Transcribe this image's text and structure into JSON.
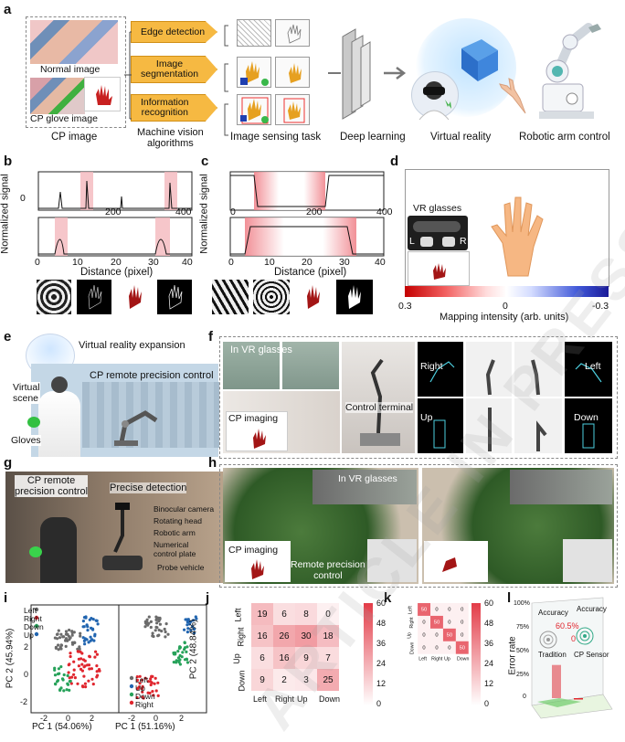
{
  "panels": {
    "a": {
      "letter": "a",
      "normal_image": "Normal image",
      "glove_image": "CP glove image",
      "cp_image": "CP image",
      "algorithms": [
        "Edge detection",
        "Image\nsegmentation",
        "Information\nrecognition"
      ],
      "algo_caption": "Machine vision\nalgorithms",
      "task_caption": "Image sensing task",
      "deep_learning": "Deep learning",
      "virtual_reality": "Virtual reality",
      "robotic_arm": "Robotic arm control"
    },
    "b": {
      "letter": "b",
      "ylabel": "Normalized signal",
      "xlabel": "Distance (pixel)",
      "top_ticks": [
        "0",
        "200",
        "400"
      ],
      "bottom_ticks": [
        "0",
        "10",
        "20",
        "30",
        "40"
      ]
    },
    "c": {
      "letter": "c",
      "ylabel": "Normalized signal",
      "xlabel": "Distance (pixel)",
      "top_ticks": [
        "0",
        "200",
        "400"
      ],
      "bottom_ticks": [
        "0",
        "10",
        "20",
        "30",
        "40"
      ]
    },
    "d": {
      "letter": "d",
      "vr_glasses": "VR glasses",
      "left": "L",
      "right": "R",
      "scale_ticks": [
        "0.3",
        "0",
        "-0.3"
      ],
      "scale_label": "Mapping intensity (arb. units)"
    },
    "e": {
      "letter": "e",
      "expansion": "Virtual reality expansion",
      "remote": "CP remote precision control",
      "virtual_scene": "Virtual\nscene",
      "gloves": "Gloves"
    },
    "f": {
      "letter": "f",
      "in_vr": "In VR glasses",
      "control_terminal": "Control terminal",
      "cp_imaging": "CP imaging",
      "directions": [
        "Right",
        "Left",
        "Up",
        "Down"
      ]
    },
    "g": {
      "letter": "g",
      "remote": "CP remote\nprecision control",
      "detection": "Precise detection",
      "parts": [
        "Binocular camera",
        "Rotating head",
        "Robotic arm",
        "Numerical\ncontrol plate",
        "Probe vehicle"
      ]
    },
    "h": {
      "letter": "h",
      "in_vr": "In VR glasses",
      "cp_imaging": "CP imaging",
      "remote": "Remote precision\ncontrol"
    },
    "i": {
      "letter": "i",
      "left_ylabel": "PC 2 (45.94%)",
      "left_xlabel": "PC 1 (54.06%)",
      "right_ylabel": "PC 2 (48.84%)",
      "right_xlabel": "PC 1 (51.16%)",
      "left_ticks_y": [
        "2",
        "0",
        "-2"
      ],
      "left_ticks_x": [
        "-2",
        "0",
        "2"
      ],
      "right_ticks_x": [
        "-2",
        "0",
        "2"
      ],
      "legend_left": [
        "Left",
        "Right",
        "Down",
        "Up"
      ],
      "legend_right": [
        "Left",
        "Up",
        "Down",
        "Right"
      ]
    },
    "j": {
      "letter": "j"
    },
    "k": {
      "letter": "k"
    },
    "l": {
      "letter": "l",
      "ylabel": "Error rate",
      "y_ticks": [
        "100%",
        "75%",
        "50%",
        "25%",
        "0"
      ],
      "accuracy": "Accuracy",
      "tradition": "Tradition",
      "cp_sensor": "CP Sensor",
      "value_trad": "60.5%",
      "value_cp": "0"
    }
  },
  "watermark": "ARTICLE IN PRESS",
  "chart_data": [
    {
      "type": "heatmap",
      "panel": "j",
      "x_categories": [
        "Left",
        "Right",
        "Up",
        "Down"
      ],
      "y_categories": [
        "Left",
        "Right",
        "Up",
        "Down"
      ],
      "values": [
        [
          19,
          6,
          8,
          0
        ],
        [
          16,
          26,
          30,
          18
        ],
        [
          6,
          16,
          9,
          7
        ],
        [
          9,
          2,
          3,
          25
        ]
      ],
      "colorbar": {
        "min": 0,
        "max": 60,
        "ticks": [
          "60",
          "48",
          "36",
          "24",
          "12",
          "0"
        ]
      }
    },
    {
      "type": "heatmap",
      "panel": "k",
      "x_categories": [
        "Left",
        "Right",
        "Up",
        "Down"
      ],
      "y_categories": [
        "Left",
        "Right",
        "Up",
        "Down"
      ],
      "values": [
        [
          50,
          0,
          0,
          0
        ],
        [
          0,
          50,
          0,
          0
        ],
        [
          0,
          0,
          50,
          0
        ],
        [
          0,
          0,
          0,
          50
        ]
      ],
      "colorbar": {
        "min": 0,
        "max": 60,
        "ticks": [
          "60",
          "48",
          "36",
          "24",
          "12",
          "0"
        ]
      }
    },
    {
      "type": "bar",
      "panel": "l",
      "categories": [
        "Tradition",
        "CP Sensor"
      ],
      "values": [
        60.5,
        0
      ],
      "ylabel": "Error rate",
      "ylim": [
        0,
        100
      ]
    }
  ],
  "colors": {
    "accent_red": "#e0262e",
    "orange": "#f6b942",
    "blue": "#2165b0",
    "green": "#27a25a",
    "grey": "#666666"
  }
}
